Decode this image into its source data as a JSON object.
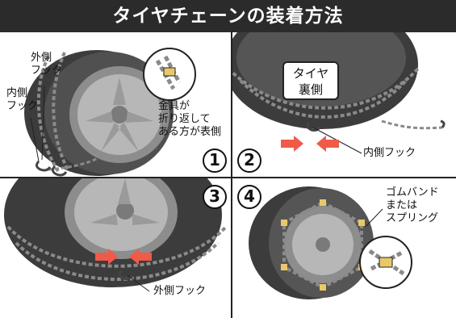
{
  "title": "タイヤチェーンの装着方法",
  "steps": [
    {
      "number": "1",
      "labels": {
        "outer_hook": "外側\nフック",
        "inner_hook": "内側\nフック",
        "note": "金具が\n折り返して\nある方が表側"
      }
    },
    {
      "number": "2",
      "labels": {
        "tire_back": "タイヤ\n裏側",
        "inner_hook": "内側フック"
      }
    },
    {
      "number": "3",
      "labels": {
        "outer_hook": "外側フック"
      }
    },
    {
      "number": "4",
      "labels": {
        "band": "ゴムバンド\nまたは\nスプリング"
      }
    }
  ],
  "colors": {
    "arrow": "#f05a48",
    "tire": "#4a4a4a",
    "chain": "#8a8a8a",
    "band": "#e8c86a",
    "title_bg": "#2b2b2b"
  }
}
